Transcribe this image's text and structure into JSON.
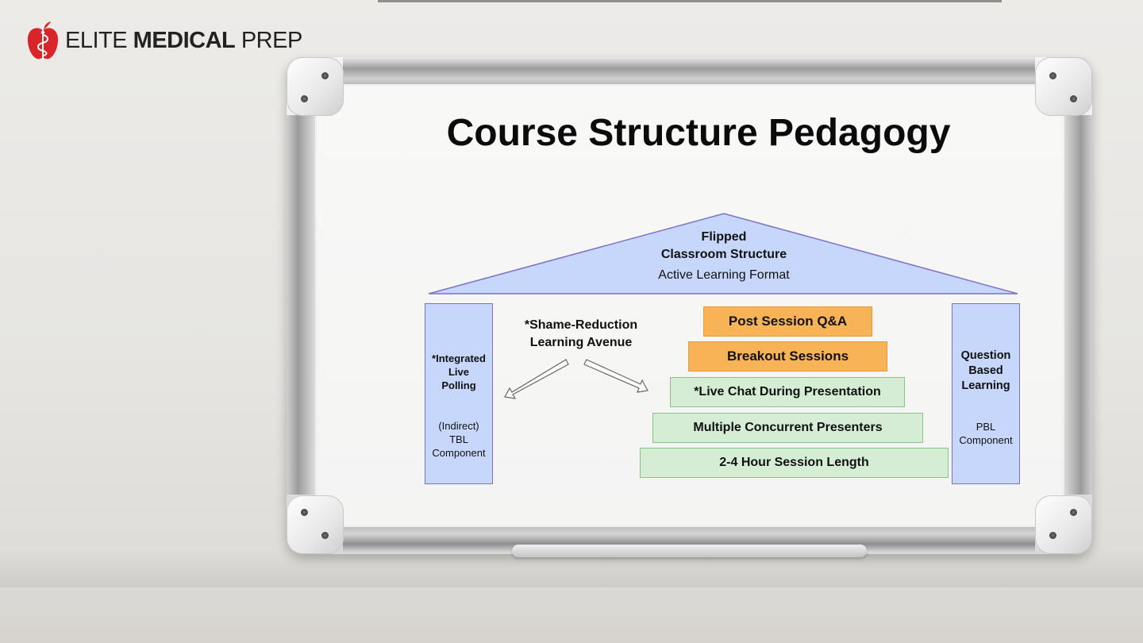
{
  "logo": {
    "light": "ELITE ",
    "bold": "MEDICAL",
    "light2": " PREP",
    "icon": "apple-caduceus-icon",
    "icon_color": "#d9252a"
  },
  "slide": {
    "title": "Course Structure Pedagogy"
  },
  "diagram": {
    "roof": {
      "line1": "Flipped",
      "line2": "Classroom Structure",
      "line3": "Active Learning Format",
      "fill": "#c6d7fb",
      "stroke": "#7d72c9"
    },
    "left_pillar": {
      "title_lines": [
        "*Integrated",
        "Live",
        "Polling"
      ],
      "sub_lines": [
        "(Indirect)",
        "TBL",
        "Component"
      ]
    },
    "right_pillar": {
      "title_lines": [
        "Question",
        "Based",
        "Learning"
      ],
      "sub_lines": [
        "PBL",
        "Component"
      ]
    },
    "shame_reduction": {
      "line1": "*Shame-Reduction",
      "line2": "Learning Avenue"
    },
    "steps": [
      {
        "label": "Post Session Q&A",
        "color": "#f8b357"
      },
      {
        "label": "Breakout Sessions",
        "color": "#f8b357"
      },
      {
        "label": "*Live Chat During Presentation",
        "color": "#d5ecd5"
      },
      {
        "label": "Multiple Concurrent Presenters",
        "color": "#d5ecd5"
      },
      {
        "label": "2-4 Hour Session Length",
        "color": "#d5ecd5"
      }
    ]
  }
}
